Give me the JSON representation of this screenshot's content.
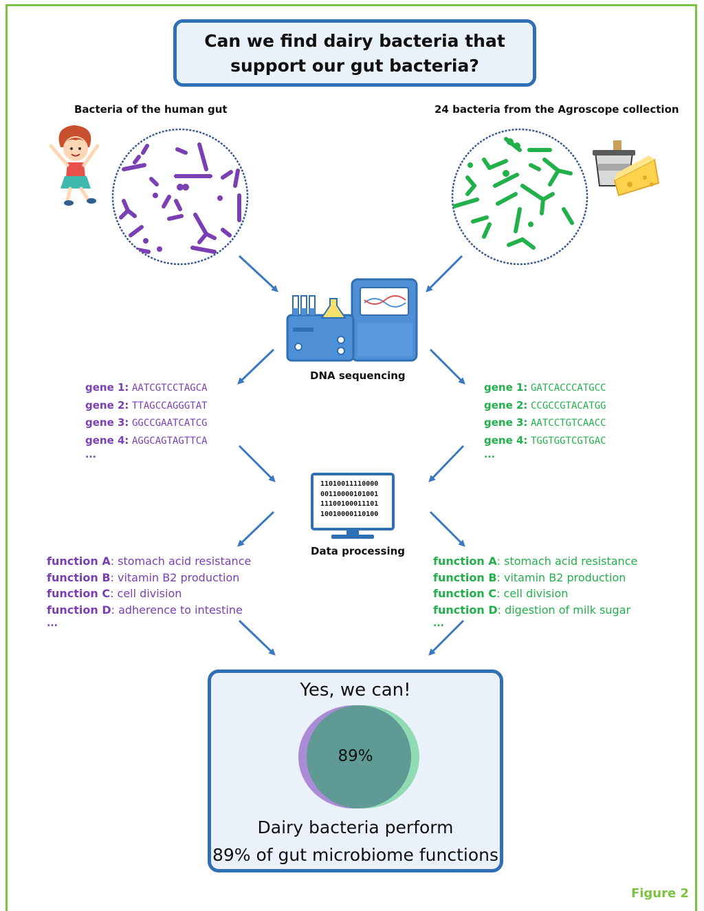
{
  "title": "Can we find dairy bacteria that support our gut bacteria?",
  "left_header": "Bacteria of the human gut",
  "right_header": "24 bacteria from the Agroscope collection",
  "sequencing_label": "DNA sequencing",
  "processing_label": "Data processing",
  "binary_lines": [
    "11010011110000",
    "00110000101001",
    "11100100011101",
    "10010000110100"
  ],
  "left_genes": [
    {
      "label": "gene 1:",
      "seq": "AATCGTCCTAGCA"
    },
    {
      "label": "gene 2:",
      "seq": "TTAGCCAGGGTAT"
    },
    {
      "label": "gene 3:",
      "seq": "GGCCGAATCATCG"
    },
    {
      "label": "gene 4:",
      "seq": "AGGCAGTAGTTCA"
    }
  ],
  "right_genes": [
    {
      "label": "gene 1:",
      "seq": "GATCACCCATGCC"
    },
    {
      "label": "gene 2:",
      "seq": "CCGCCGTACATGG"
    },
    {
      "label": "gene 3:",
      "seq": "AATCCTGTCAACC"
    },
    {
      "label": "gene 4:",
      "seq": "TGGTGGTCGTGAC"
    }
  ],
  "ellipsis": "...",
  "left_functions": [
    {
      "name": "function A",
      "desc": ": stomach acid resistance"
    },
    {
      "name": "function B",
      "desc": ": vitamin B2 production"
    },
    {
      "name": "function C",
      "desc": ": cell division"
    },
    {
      "name": "function D",
      "desc": ": adherence to intestine"
    }
  ],
  "right_functions": [
    {
      "name": "function A",
      "desc": ": stomach acid resistance"
    },
    {
      "name": "function B",
      "desc": ": vitamin B2 production"
    },
    {
      "name": "function C",
      "desc": ": cell division"
    },
    {
      "name": "function D",
      "desc": ": digestion of milk sugar"
    }
  ],
  "result": {
    "heading": "Yes, we can!",
    "overlap_percent": "89%",
    "caption_line1": "Dairy bacteria perform",
    "caption_line2": "89% of gut microbiome functions"
  },
  "figure_label": "Figure 2",
  "colors": {
    "frame": "#7cc242",
    "box_border": "#2f6fb3",
    "gut": "#7a3fb2",
    "dairy": "#22b04b",
    "arrow": "#3a78c2",
    "venn_gut": "#a98bd6",
    "venn_dairy": "#8fdcb4",
    "venn_overlap": "#5f9a95"
  },
  "icons": [
    "child-icon",
    "milk-bucket-icon",
    "cheese-icon",
    "sequencer-icon",
    "computer-monitor-icon"
  ]
}
